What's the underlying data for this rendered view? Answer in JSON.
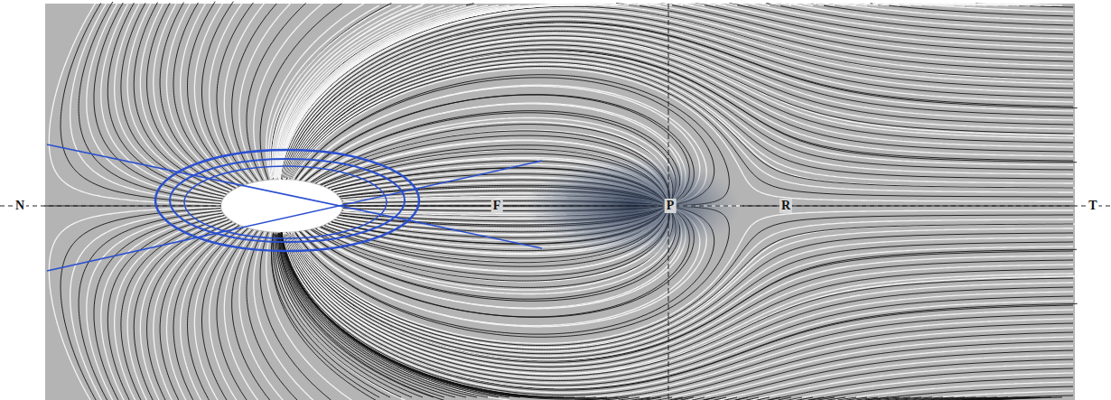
{
  "diagram": {
    "labels": [
      "N",
      "F",
      "P",
      "R",
      "T"
    ]
  }
}
